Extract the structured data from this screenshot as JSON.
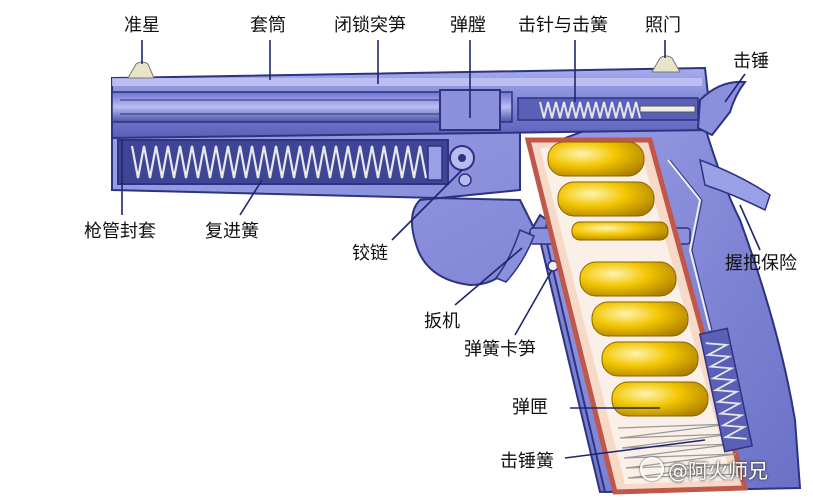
{
  "labels": {
    "front_sight": "准星",
    "slide": "套筒",
    "locking_lug": "闭锁突笋",
    "chamber": "弹膛",
    "firing_pin_spring": "击针与击簧",
    "rear_sight": "照门",
    "hammer": "击锤",
    "barrel_bushing": "枪管封套",
    "recoil_spring": "复进簧",
    "link": "铰链",
    "grip_safety": "握把保险",
    "trigger": "扳机",
    "spring_catch": "弹簧卡笋",
    "magazine": "弹匣",
    "mainspring": "击锤簧"
  },
  "watermark": "@阿火师兄",
  "colors": {
    "frame": "#7f86d6",
    "frame_dark": "#4c53a8",
    "outline": "#2d3380",
    "cartridge": "#e8b400",
    "mag_wall": "#c0574a",
    "spring": "#d9d9d9",
    "leader": "#1c2670"
  }
}
